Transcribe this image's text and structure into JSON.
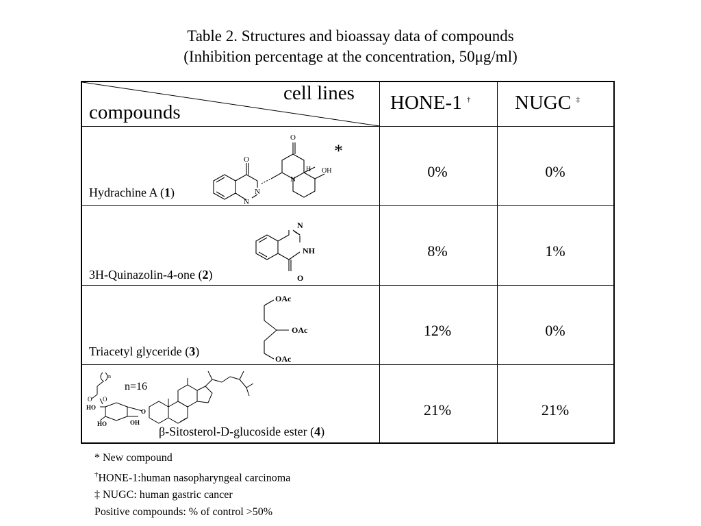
{
  "title": {
    "line1": "Table 2. Structures and bioassay data of compounds",
    "line2": "(Inhibition percentage at the concentration, 50μg/ml)"
  },
  "table": {
    "header": {
      "cell_lines_label": "cell lines",
      "compounds_label": "compounds",
      "col1": "HONE-1",
      "col1_mark": "†",
      "col2": "NUGC",
      "col2_mark": "‡"
    },
    "rows": [
      {
        "name": "Hydrachine A",
        "num": "1",
        "hone1": "0%",
        "nugc": "0%",
        "new_mark": "*"
      },
      {
        "name": "3H-Quinazolin-4-one",
        "num": "2",
        "hone1": "8%",
        "nugc": "1%"
      },
      {
        "name": "Triacetyl glyceride",
        "num": "3",
        "hone1": "12%",
        "nugc": "0%"
      },
      {
        "name": "β-Sitosterol-D-glucoside ester",
        "num": "4",
        "hone1": "21%",
        "nugc": "21%",
        "n_label": "n=16"
      }
    ]
  },
  "structure_labels": {
    "o": "O",
    "n": "N",
    "h": "H",
    "oh": "OH",
    "nh": "NH",
    "oac": "OAc",
    "ho": "HO",
    "n_sub": "n"
  },
  "notes": {
    "new_compound": "* New compound",
    "hone1_mark": "†",
    "hone1_def": "HONE-1:human nasopharyngeal carcinoma",
    "nugc_mark": "‡",
    "nugc_def": " NUGC: human gastric cancer",
    "positive": "Positive compounds: % of control >50%"
  }
}
